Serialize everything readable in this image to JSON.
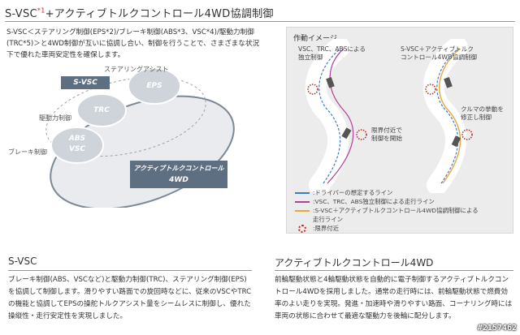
{
  "header": {
    "title_pre": "S-VSC",
    "title_mark": "*1",
    "title_post": "+アクティブトルクコントロール4WD協調制御"
  },
  "intro": {
    "text": "S-VSC＜ステアリング制御(EPS*2)/ブレーキ制御(ABS*3、VSC*4)/駆動力制御(TRC*5)＞と4WD制御が互いに協調し合い、制御を行うことで、さまざまな状況下で優れた車両安定性を確保します。"
  },
  "venn": {
    "steering_assist": "ステアリングアシスト",
    "drive_control": "駆動力制御",
    "brake_control": "ブレーキ制御",
    "svsc": "S-VSC",
    "eps": "EPS",
    "trc": "TRC",
    "abs_vsc_line1": "ABS",
    "abs_vsc_line2": "VSC",
    "awd_line1": "アクティブトルクコントロール",
    "awd_line2": "4WD",
    "colors": {
      "box": "#5f6f82",
      "ellipse_fill": "#dcdfe4",
      "ellipse_stroke": "#7b8896"
    }
  },
  "panel": {
    "title": "作動イメージ",
    "left_caption_line1": "VSC、TRC、ABSによる",
    "left_caption_line2": "独立制御",
    "right_caption_line1": "S-VSC＋アクティブトルク",
    "right_caption_line2": "コントロール4WD協調制御",
    "limit_note_line1": "限界付近で",
    "limit_note_line2": "制御を開始",
    "follow_note_line1": "クルマの挙動を",
    "follow_note_line2": "修正し制御",
    "legend": [
      {
        "label": ":ドライバーの想定するライン",
        "color": "#3b7bc8"
      },
      {
        "label": ":VSC、TRC、ABS独立制御による走行ライン",
        "color": "#b0409a"
      },
      {
        "label": ":S-VSC＋アクティブトルクコントロール4WD協調制御による",
        "color": "#e8a838"
      },
      {
        "label": "走行ライン",
        "color": ""
      },
      {
        "label": ":限界付近",
        "color": "#c0281f"
      }
    ]
  },
  "sections": {
    "svsc_title": "S-VSC",
    "svsc_text": "ブレーキ制御(ABS、VSCなど)と駆動力制御(TRC)、ステアリング制御(EPS)を協調して制御します。滑りやすい路面での旋回時などに、従来のVSCやTRCの機能と協調してEPSの操舵トルクアシスト量をシームレスに制御し、優れた操縦性・走行安定性を実現しました。",
    "awd_title": "アクティブトルクコントロール4WD",
    "awd_text": "前輪駆動状態と4輪駆動状態を自動的に電子制御するアクティブトルクコントロール4WDを採用しました。通常の走行時には、前輪駆動状態で燃費効率のよい走りを実現。発進・加速時や滑りやすい路面、コーナリング時には車両の状態に合わせて最適な駆動力を後輪に配分します。"
  },
  "watermark": "#2157462"
}
